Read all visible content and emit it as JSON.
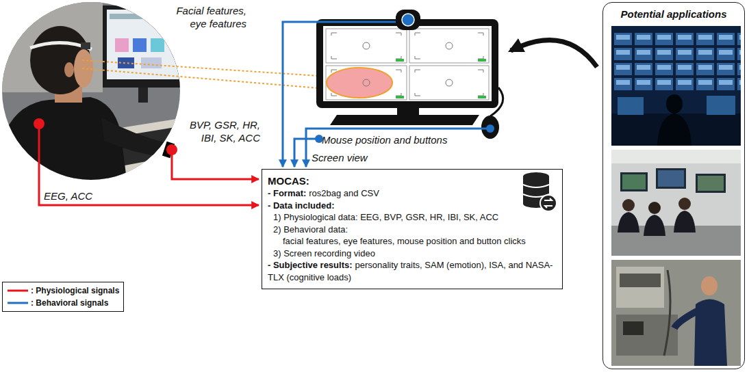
{
  "diagram": {
    "nodes": [
      {
        "text": [
          "MOCAS:",
          "- Format:",
          "ros2bag and CSV",
          "- Data included:",
          "1) Physiological data: EEG, BVP, GSR, HR, IBI, SK, ACC",
          "2) Behavioral data:",
          "facial features, eye features, mouse position and button clicks",
          "3) Screen recording video",
          "- Subjective results:",
          "personality traits, SAM (emotion), ISA, and NASA-TLX (cognitive loads)"
        ]
      },
      {
        "text": [
          "Potential applications"
        ]
      }
    ],
    "labels": [
      "Facial features, eye features",
      "Screen view",
      "Mouse position and buttons",
      "BVP, GSR, HR, IBI, SK, ACC",
      "EEG, ACC"
    ],
    "legend": [
      {
        "text": ": Physiological signals"
      },
      {
        "text": ": Behavioral signals"
      }
    ]
  }
}
